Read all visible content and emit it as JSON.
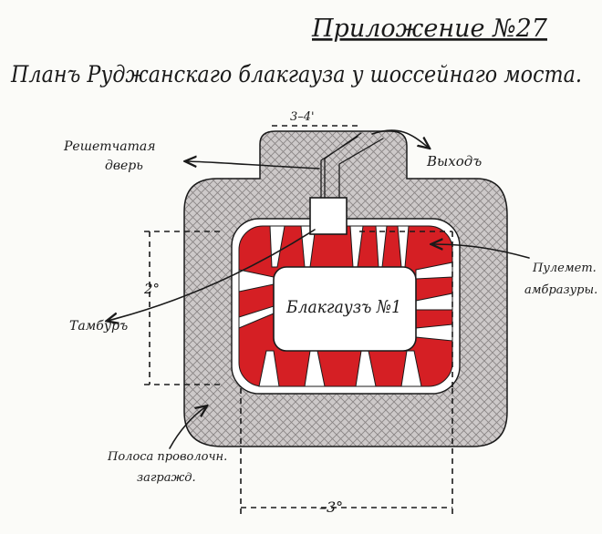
{
  "header": {
    "appendix": "Приложение №27",
    "title": "Планъ Руджанскаго блакгауза у шоссейнаго моста."
  },
  "labels": {
    "blockhouse": "Блакгаузъ №1",
    "exit": "Выходъ",
    "lattice_door_line1": "Решетчатая",
    "lattice_door_line2": "дверь",
    "machine_gun_line1": "Пулемет.",
    "machine_gun_line2": "амбразуры.",
    "tambour": "Тамбуръ",
    "wire_line1": "Полоса проволочн.",
    "wire_line2": "загражд."
  },
  "dimensions": {
    "top": "3–4'",
    "left": "2°",
    "bottom": "–3°"
  },
  "colors": {
    "ink": "#1a1a1a",
    "hatch_fill": "#c9c5c5",
    "hatch_line": "#8a8585",
    "red": "#d51f24"
  },
  "icons": {
    "arrow": "arrow-head-icon"
  }
}
